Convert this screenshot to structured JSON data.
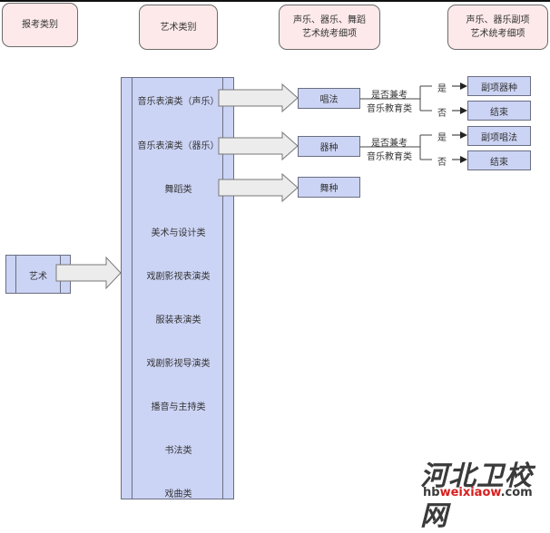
{
  "headers": {
    "category": "报考类别",
    "art_category": "艺术类别",
    "detail_line1": "声乐、器乐、舞蹈",
    "detail_line2": "艺术统考细项",
    "sub_line1": "声乐、器乐副项",
    "sub_line2": "艺术统考细项"
  },
  "source": {
    "label": "艺术"
  },
  "art_categories": [
    "音乐表演类（声乐）",
    "音乐表演类（器乐）",
    "舞蹈类",
    "美术与设计类",
    "戏剧影视表演类",
    "服装表演类",
    "戏剧影视导演类",
    "播音与主持类",
    "书法类",
    "戏曲类"
  ],
  "details": [
    {
      "label": "唱法"
    },
    {
      "label": "器种"
    },
    {
      "label": "舞种"
    }
  ],
  "question": {
    "line1": "是否兼考",
    "line2": "音乐教育类"
  },
  "branches": {
    "yes": "是",
    "no": "否"
  },
  "outcomes": [
    {
      "yes": "副项器种",
      "no": "结束"
    },
    {
      "yes": "副项唱法",
      "no": "结束"
    }
  ],
  "watermark": {
    "title": "河北卫校网",
    "url_prefix": "hb",
    "url_highlight": "weixiaow",
    "url_suffix": ".com"
  },
  "colors": {
    "header_fill": "#fde9ea",
    "box_fill": "#ccd4f5",
    "arrow_fill": "#ececec",
    "watermark_red": "#d81e1e"
  }
}
